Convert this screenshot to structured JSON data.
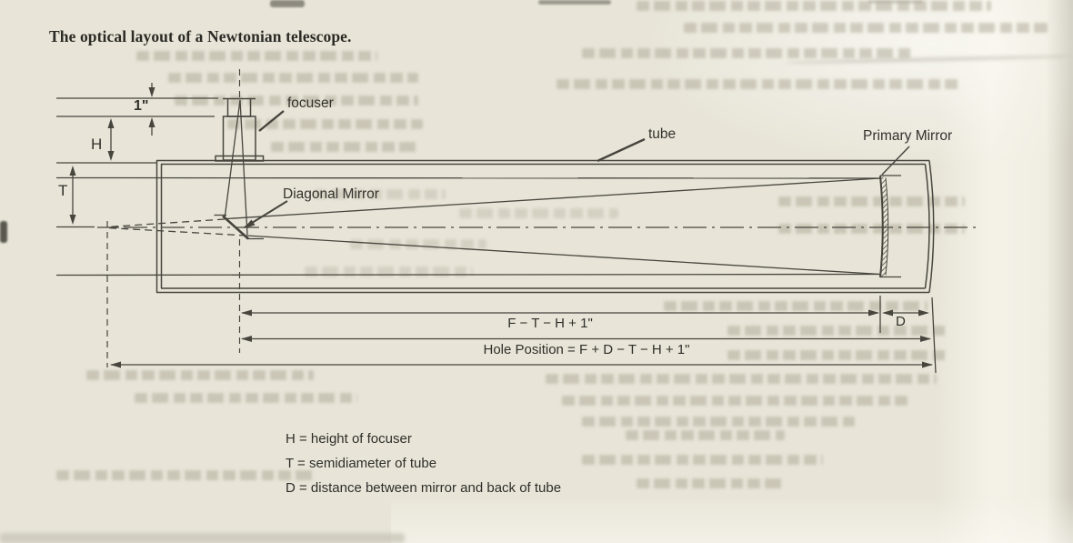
{
  "page": {
    "title": "The optical layout of a Newtonian telescope."
  },
  "diagram": {
    "part_labels": {
      "focuser": "focuser",
      "diagonal_mirror": "Diagonal Mirror",
      "tube": "tube",
      "primary_mirror": "Primary Mirror"
    },
    "dimensions": {
      "one_inch": "1\"",
      "focuser_height": "H",
      "tube_semidiameter": "T",
      "mirror_back_distance": "D",
      "diagonal_to_mirror": "F − T − H + 1\"",
      "hole_position": "Hole Position = F + D − T − H + 1\""
    },
    "legend": [
      "H = height of focuser",
      "T = semidiameter of tube",
      "D = distance between mirror and back of tube"
    ],
    "colors": {
      "paper": "#e8e5d8",
      "ink": "#47453e",
      "title_text": "#2b2a25"
    }
  }
}
